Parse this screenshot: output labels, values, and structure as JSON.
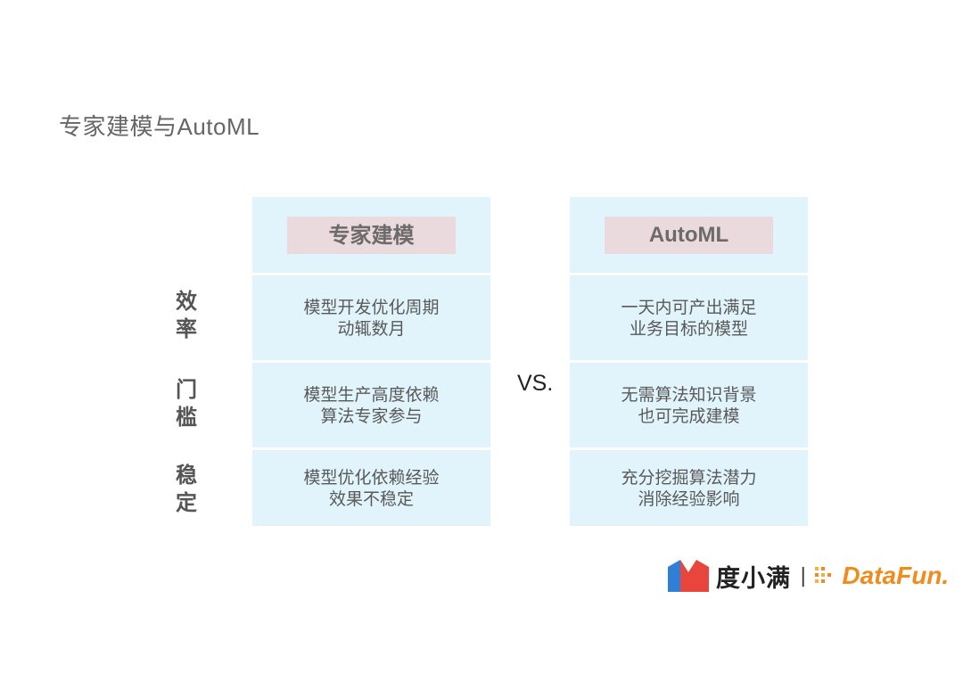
{
  "title": "专家建模与AutoML",
  "row_labels": [
    {
      "chars": [
        "效",
        "率"
      ]
    },
    {
      "chars": [
        "门",
        "槛"
      ]
    },
    {
      "chars": [
        "稳",
        "定"
      ]
    }
  ],
  "left": {
    "header": "专家建模",
    "rows": [
      [
        "模型开发优化周期",
        "动辄数月"
      ],
      [
        "模型生产高度依赖",
        "算法专家参与"
      ],
      [
        "模型优化依赖经验",
        "效果不稳定"
      ]
    ]
  },
  "vs": "VS.",
  "right": {
    "header": "AutoML",
    "rows": [
      [
        "一天内可产出满足",
        "业务目标的模型"
      ],
      [
        "无需算法知识背景",
        "也可完成建模"
      ],
      [
        "充分挖掘算法潜力",
        "消除经验影响"
      ]
    ]
  },
  "footer": {
    "brand": "度小满",
    "separator": "|",
    "partner": "DataFun.",
    "brand_colors": {
      "red": "#e8453c",
      "blue": "#2f7fd6",
      "orange": "#f08c1e"
    }
  }
}
